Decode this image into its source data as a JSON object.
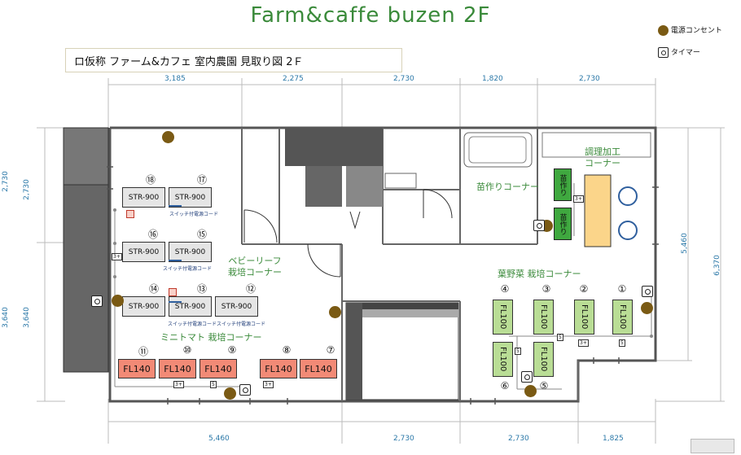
{
  "title": "Farm&caffe buzen  2F",
  "subtitle": "ロ仮称 ファーム&カフェ  室内農園 見取り図   2Ｆ",
  "legend": {
    "outlet": "電源コンセント",
    "timer": "タイマー"
  },
  "dimensions": {
    "top": [
      "3,185",
      "2,275",
      "2,730",
      "1,820",
      "2,730"
    ],
    "bottom": [
      "5,460",
      "2,730",
      "2,730",
      "1,825"
    ],
    "left_outer": [
      "2,730",
      "3,640"
    ],
    "left_inner": [
      "2,730",
      "3,640"
    ],
    "right_inner": "5,460",
    "right_outer": "6,370"
  },
  "zones": {
    "baby_leaf": "ベビーリーフ\n栽培コーナー",
    "mini_tomato": "ミニトマト   栽培コーナー",
    "leafy": "葉野菜    栽培コーナー",
    "seedling": "苗作りコーナー",
    "cooking": "調理加工\nコーナー"
  },
  "units": {
    "str": [
      {
        "num": "⑱",
        "label": "STR-900"
      },
      {
        "num": "⑰",
        "label": "STR-900"
      },
      {
        "num": "⑯",
        "label": "STR-900"
      },
      {
        "num": "⑮",
        "label": "STR-900"
      },
      {
        "num": "⑭",
        "label": "STR-900"
      },
      {
        "num": "⑬",
        "label": "STR-900"
      },
      {
        "num": "⑫",
        "label": "STR-900"
      }
    ],
    "fl140": [
      {
        "num": "⑪",
        "label": "FL140"
      },
      {
        "num": "⑩",
        "label": "FL140"
      },
      {
        "num": "⑨",
        "label": "FL140"
      },
      {
        "num": "⑧",
        "label": "FL140"
      },
      {
        "num": "⑦",
        "label": "FL140"
      }
    ],
    "fl100": [
      {
        "num": "④",
        "label": "FL100"
      },
      {
        "num": "③",
        "label": "FL100"
      },
      {
        "num": "②",
        "label": "FL100"
      },
      {
        "num": "①",
        "label": "FL100"
      },
      {
        "num": "⑥",
        "label": "FL100"
      },
      {
        "num": "⑤",
        "label": "FL100"
      }
    ],
    "seedling_racks": [
      "苗作り",
      "苗作り"
    ]
  },
  "switch_cord": "スイッチ付電源コード",
  "tap_labels": [
    "3+",
    "5"
  ]
}
